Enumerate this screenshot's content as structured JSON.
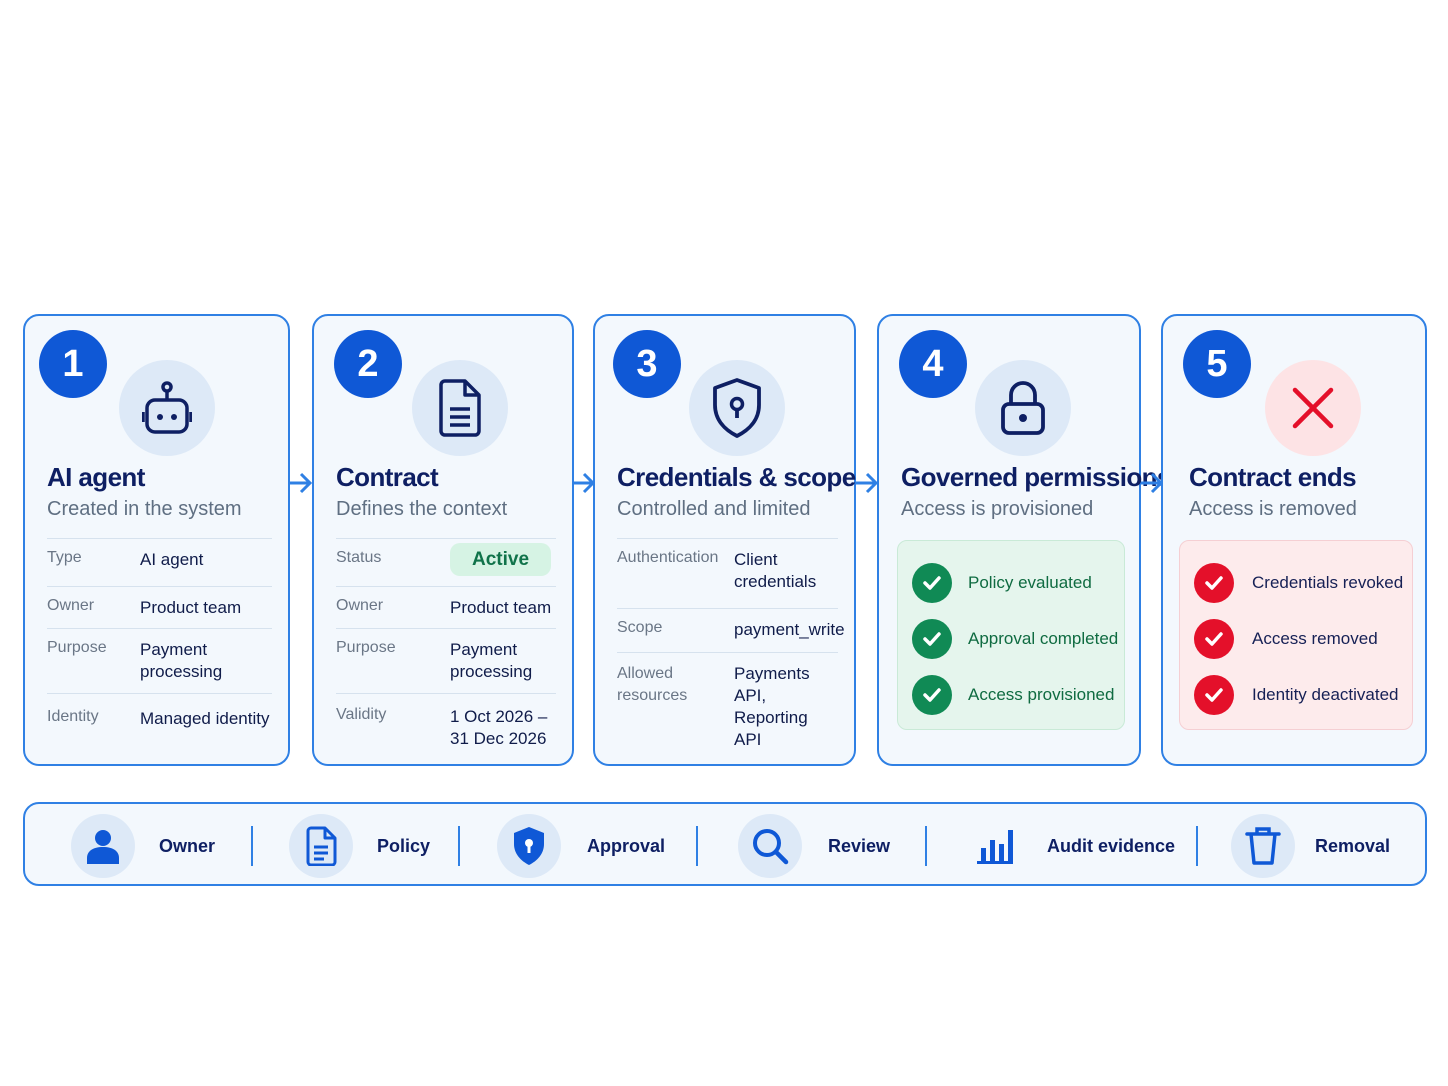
{
  "steps": [
    {
      "number": "1",
      "icon": "robot-icon",
      "title": "AI agent",
      "subtitle": "Created in the system",
      "rows": [
        {
          "key": "Type",
          "value": "AI agent"
        },
        {
          "key": "Owner",
          "value": "Product team"
        },
        {
          "key": "Purpose",
          "value": "Payment processing"
        },
        {
          "key": "Identity",
          "value": "Managed identity"
        }
      ]
    },
    {
      "number": "2",
      "icon": "document-icon",
      "title": "Contract",
      "subtitle": "Defines the context",
      "rows": [
        {
          "key": "Status",
          "value": "Active"
        },
        {
          "key": "Owner",
          "value": "Product team"
        },
        {
          "key": "Purpose",
          "value": "Payment processing"
        },
        {
          "key": "Validity",
          "value": "1 Oct 2026 – 31 Dec 2026"
        }
      ]
    },
    {
      "number": "3",
      "icon": "shield-key-icon",
      "title": "Credentials & scope",
      "subtitle": "Controlled and limited",
      "rows": [
        {
          "key": "Authentication",
          "value": "Client credentials"
        },
        {
          "key": "Scope",
          "value": "payment_write"
        },
        {
          "key": "Allowed resources",
          "value": "Payments API, Reporting API"
        }
      ]
    },
    {
      "number": "4",
      "icon": "lock-icon",
      "title": "Governed permissions",
      "subtitle": "Access is provisioned",
      "checks": [
        "Policy evaluated",
        "Approval completed",
        "Access provisioned"
      ]
    },
    {
      "number": "5",
      "icon": "x-mark-icon",
      "title": "Contract ends",
      "subtitle": "Access is removed",
      "checks": [
        "Credentials revoked",
        "Access removed",
        "Identity deactivated"
      ]
    }
  ],
  "legend": [
    {
      "icon": "person-icon",
      "label": "Owner"
    },
    {
      "icon": "document-icon",
      "label": "Policy"
    },
    {
      "icon": "shield-key-icon",
      "label": "Approval"
    },
    {
      "icon": "search-icon",
      "label": "Review"
    },
    {
      "icon": "bar-chart-icon",
      "label": "Audit evidence"
    },
    {
      "icon": "trash-icon",
      "label": "Removal"
    }
  ],
  "colors": {
    "primary": "#0f58d6",
    "border": "#2f80e4",
    "navy": "#0e1f63",
    "success": "#108a55",
    "danger": "#e4102a"
  }
}
